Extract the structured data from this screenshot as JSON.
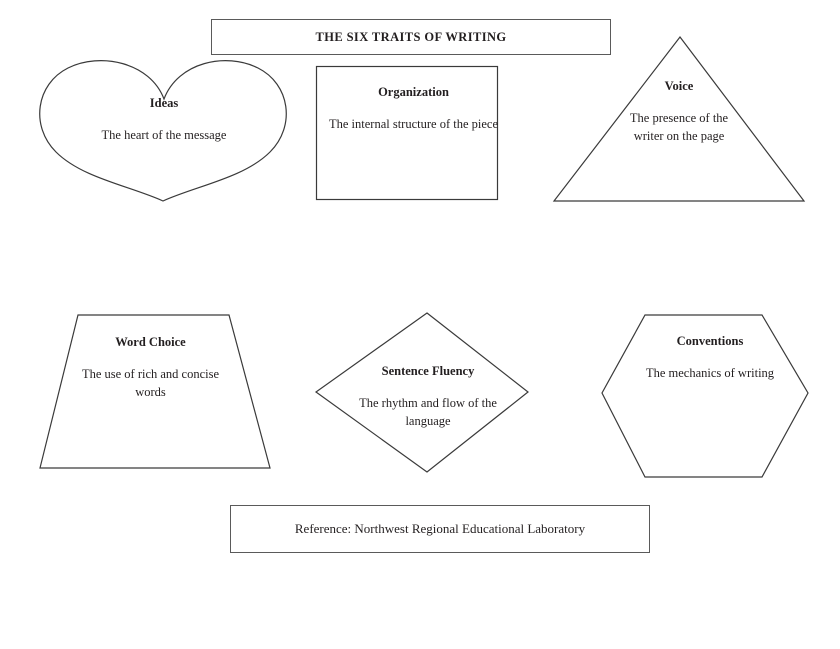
{
  "page": {
    "title": "THE SIX TRAITS OF WRITING",
    "reference": "Reference:   Northwest Regional Educational Laboratory",
    "background_color": "#ffffff",
    "stroke_color": "#3a3a3a",
    "text_color": "#231f20"
  },
  "traits": [
    {
      "id": "ideas",
      "shape": "heart",
      "title": "Ideas",
      "description": "The heart of the message"
    },
    {
      "id": "organization",
      "shape": "rectangle",
      "title": "Organization",
      "description": "The internal structure of the piece"
    },
    {
      "id": "voice",
      "shape": "triangle",
      "title": "Voice",
      "description": "The presence of the writer on the page"
    },
    {
      "id": "word-choice",
      "shape": "trapezoid",
      "title": "Word Choice",
      "description": "The use of rich and concise words"
    },
    {
      "id": "sentence-fluency",
      "shape": "diamond",
      "title": "Sentence Fluency",
      "description": "The rhythm and flow of the language"
    },
    {
      "id": "conventions",
      "shape": "hexagon",
      "title": "Conventions",
      "description": "The mechanics of writing"
    }
  ]
}
